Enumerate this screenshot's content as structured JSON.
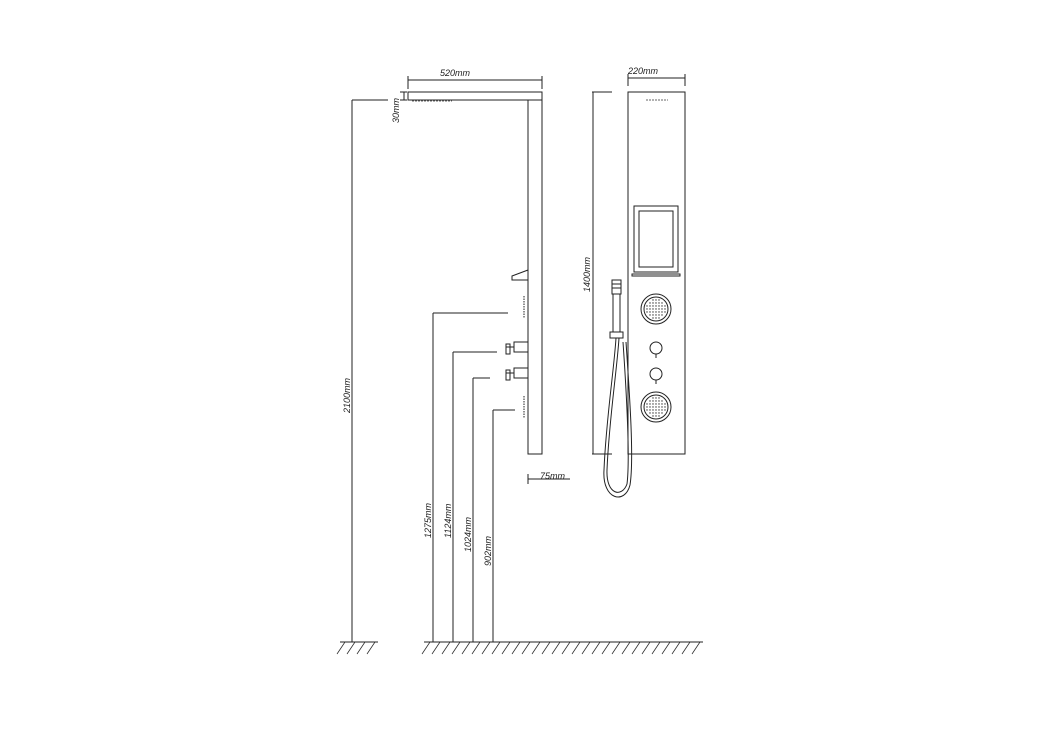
{
  "dimensions": {
    "top_width": "520mm",
    "head_thickness": "30mm",
    "total_height": "2100mm",
    "front_width": "220mm",
    "panel_height": "1400mm",
    "projection": "75mm",
    "h1275": "1275mm",
    "h1124": "1124mm",
    "h1024": "1024mm",
    "h902": "902mm"
  }
}
